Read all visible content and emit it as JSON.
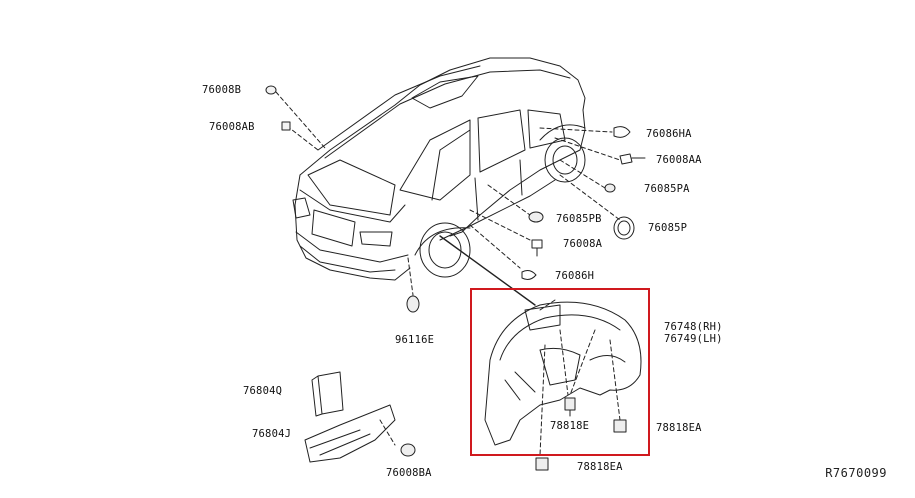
{
  "diagram_code": "R7670099",
  "parts": [
    {
      "id": "76008B",
      "label": "76008B"
    },
    {
      "id": "76008AB",
      "label": "76008AB"
    },
    {
      "id": "76086HA",
      "label": "76086HA"
    },
    {
      "id": "76008AA",
      "label": "76008AA"
    },
    {
      "id": "76085PA",
      "label": "76085PA"
    },
    {
      "id": "76085PB",
      "label": "76085PB"
    },
    {
      "id": "76085P",
      "label": "76085P"
    },
    {
      "id": "76008A",
      "label": "76008A"
    },
    {
      "id": "76086H",
      "label": "76086H"
    },
    {
      "id": "96116E",
      "label": "96116E"
    },
    {
      "id": "76748",
      "label": "76748(RH)"
    },
    {
      "id": "76749",
      "label": "76749(LH)"
    },
    {
      "id": "76804Q",
      "label": "76804Q"
    },
    {
      "id": "76804J",
      "label": "76804J"
    },
    {
      "id": "78818E",
      "label": "78818E"
    },
    {
      "id": "78818EA-1",
      "label": "78818EA"
    },
    {
      "id": "78818EA-2",
      "label": "78818EA"
    },
    {
      "id": "76008BA",
      "label": "76008BA"
    }
  ],
  "colors": {
    "line": "#222222",
    "highlight": "#d0191e"
  }
}
